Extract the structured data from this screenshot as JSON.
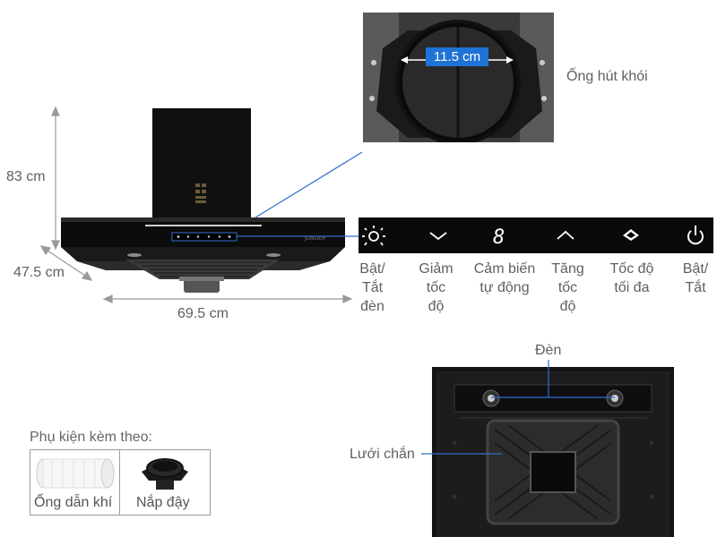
{
  "hood": {
    "height": "83 cm",
    "depth": "47.5 cm",
    "width": "69.5 cm",
    "brand_text": "JUNGER"
  },
  "duct_callout": {
    "diameter": "11.5 cm",
    "label": "Ống hút khói"
  },
  "controls": [
    {
      "icon": "light-icon",
      "label": "Bật/\nTắt\nđèn"
    },
    {
      "icon": "chevron-down-icon",
      "label": "Giảm\ntốc\nđộ"
    },
    {
      "icon": "sensor-digit-icon",
      "label": "Cảm biến\ntự động"
    },
    {
      "icon": "chevron-up-icon",
      "label": "Tăng\ntốc\nđộ"
    },
    {
      "icon": "max-speed-icon",
      "label": "Tốc độ\ntối đa"
    },
    {
      "icon": "power-icon",
      "label": "Bật/\nTắt"
    }
  ],
  "panel_digit": "8",
  "bottom_view": {
    "light_label": "Đèn",
    "grille_label": "Lưới chắn"
  },
  "accessories": {
    "title": "Phụ kiện kèm theo:",
    "items": [
      {
        "name": "Ống dẫn khí"
      },
      {
        "name": "Nắp đậy"
      }
    ]
  },
  "colors": {
    "accent": "#2f6fd0",
    "panel": "#0a0a0a",
    "label": "#606060"
  }
}
